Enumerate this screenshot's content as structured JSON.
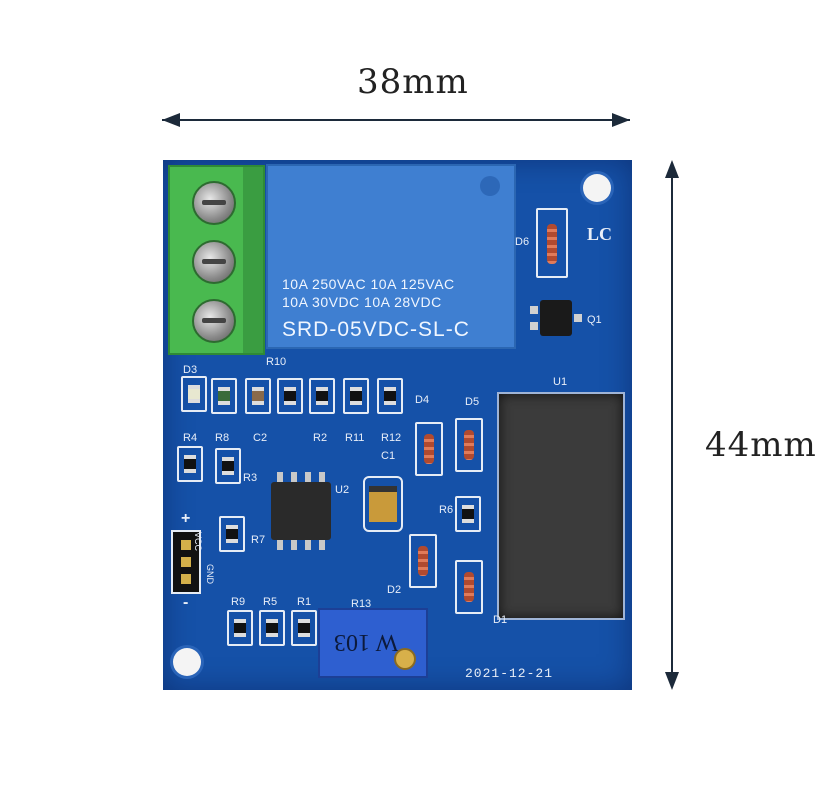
{
  "dimensions": {
    "width_label": "38mm",
    "height_label": "44mm"
  },
  "relay": {
    "line1": "10A 250VAC  10A 125VAC",
    "line2": "10A  30VDC  10A  28VDC",
    "model": "SRD-05VDC-SL-C"
  },
  "board": {
    "logo": "LC",
    "date": "2021-12-21",
    "pot_marking": "W 103",
    "silkscreen": {
      "d3": "D3",
      "r10": "R10",
      "r4": "R4",
      "r8": "R8",
      "c2": "C2",
      "r2": "R2",
      "r11": "R11",
      "r12": "R12",
      "d4": "D4",
      "d5": "D5",
      "u1": "U1",
      "d6": "D6",
      "q1": "Q1",
      "c1": "C1",
      "r3": "R3",
      "u2": "U2",
      "r7": "R7",
      "r6": "R6",
      "d2": "D2",
      "d1": "D1",
      "r9": "R9",
      "r5": "R5",
      "r1": "R1",
      "r13": "R13",
      "plus": "+",
      "minus": "-",
      "vcc": "VCC",
      "gnd": "GND"
    }
  },
  "colors": {
    "pcb": "#1551a8",
    "relay": "#3f7fd1",
    "terminal": "#49b94f"
  }
}
